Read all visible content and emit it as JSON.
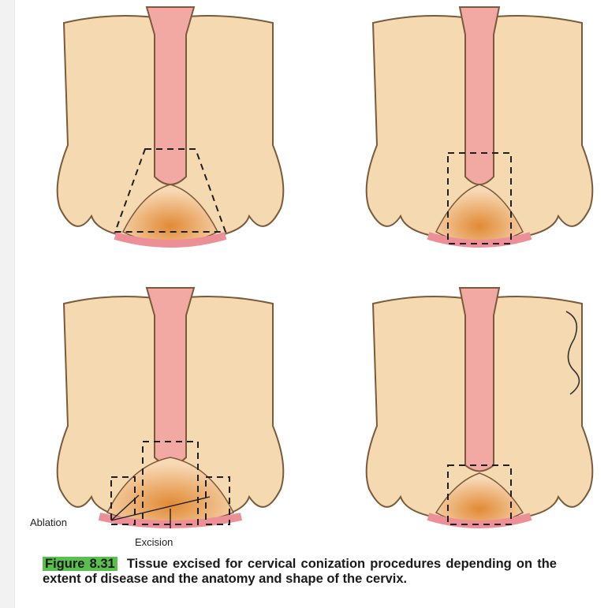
{
  "figure": {
    "number_label": "Figure 8.31",
    "caption_text": "Tissue excised for cervical conization procedures depending on the extent of disease and the anatomy and shape of the cervix.",
    "labels": {
      "ablation": "Ablation",
      "excision": "Excision"
    },
    "colors": {
      "tissue": "#f5d9b1",
      "tissue_outline": "#7a5a3a",
      "canal": "#f2a9a3",
      "lesion": "#e38a3a",
      "cervix_tip": "#ec8f96",
      "highlight": "#5bbf4f"
    }
  }
}
